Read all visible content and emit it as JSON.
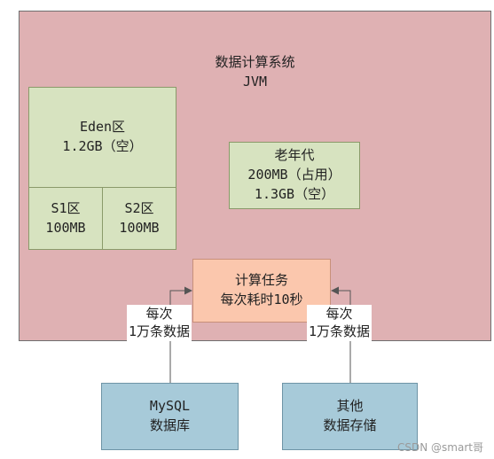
{
  "system": {
    "title": "数据计算系统",
    "subtitle": "JVM"
  },
  "eden": {
    "name": "Eden区",
    "size": "1.2GB（空）"
  },
  "s1": {
    "name": "S1区",
    "size": "100MB"
  },
  "s2": {
    "name": "S2区",
    "size": "100MB"
  },
  "old_gen": {
    "name": "老年代",
    "used": "200MB（占用）",
    "free": "1.3GB（空）"
  },
  "task": {
    "line1": "计算任务",
    "line2": "每次耗时10秒"
  },
  "left_flow": {
    "line1": "每次",
    "line2": "1万条数据"
  },
  "right_flow": {
    "line1": "每次",
    "line2": "1万条数据"
  },
  "mysql": {
    "line1": "MySQL",
    "line2": "数据库"
  },
  "other_store": {
    "line1": "其他",
    "line2": "数据存储"
  },
  "watermark": "CSDN @smart哥"
}
